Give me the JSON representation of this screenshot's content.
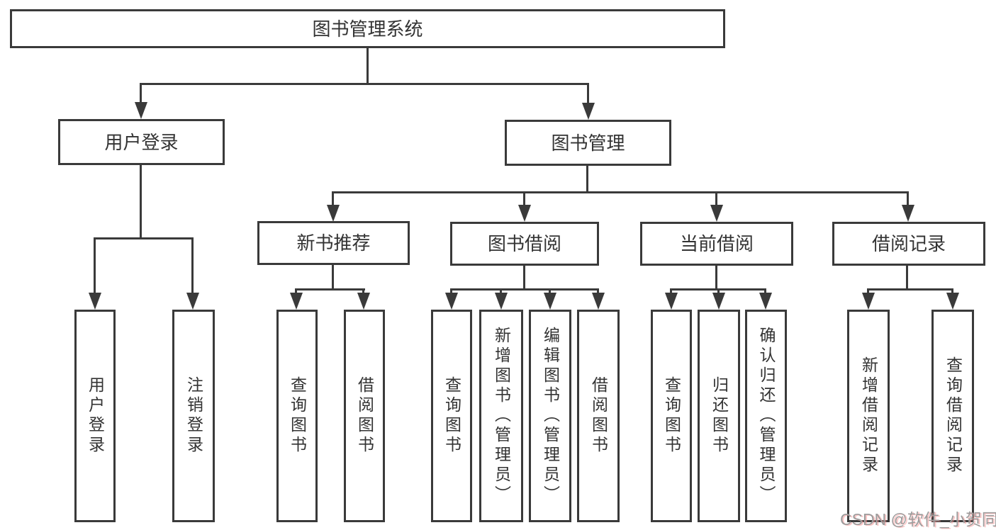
{
  "diagram": {
    "root_label": "图书管理系统",
    "level2": {
      "user_login": "用户登录",
      "book_management": "图书管理"
    },
    "level3": {
      "new_book_recommend": "新书推荐",
      "book_borrow": "图书借阅",
      "current_borrow": "当前借阅",
      "borrow_records": "借阅记录"
    },
    "leaves": {
      "user_login": [
        "用户登录",
        "注销登录"
      ],
      "new_book_recommend": [
        "查询图书",
        "借阅图书"
      ],
      "book_borrow": [
        "查询图书",
        "新增图书（管理员）",
        "编辑图书（管理员）",
        "借阅图书"
      ],
      "current_borrow": [
        "查询图书",
        "归还图书",
        "确认归还（管理员）"
      ],
      "borrow_records": [
        "新增借阅记录",
        "查询借阅记录"
      ]
    }
  },
  "watermark": "CSDN @软件_小贺同学",
  "colors": {
    "line": "#3a3a3a",
    "text": "#333333",
    "background": "#ffffff",
    "watermark_gray": "#9c9c9c",
    "watermark_accent": "#fa9696"
  }
}
